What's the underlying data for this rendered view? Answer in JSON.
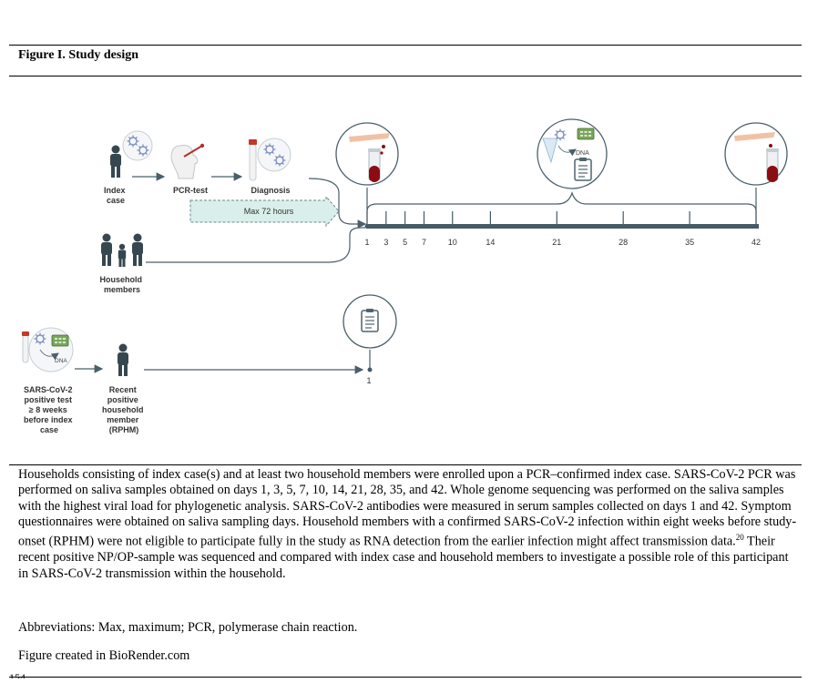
{
  "figure": {
    "title": "Figure I. Study design"
  },
  "diagram": {
    "index_case_label": [
      "Index",
      "case"
    ],
    "pcr_test_label": "PCR-test",
    "diagnosis_label": "Diagnosis",
    "max_hours_label": "Max 72 hours",
    "household_label": [
      "Household",
      "members"
    ],
    "timeline_days": [
      "1",
      "3",
      "5",
      "7",
      "10",
      "14",
      "21",
      "28",
      "35",
      "42"
    ],
    "positive_test_label": [
      "SARS-CoV-2",
      "positive test",
      "≥ 8 weeks",
      "before index",
      "case"
    ],
    "rphm_label": [
      "Recent",
      "positive",
      "household",
      "member",
      "(RPHM)"
    ],
    "rphm_day": "1",
    "dna_label": "DNA",
    "colors": {
      "timeline": "#455a64",
      "arrow": "#4a5f6a",
      "blood": "#8b0c12",
      "person": "#37474f",
      "dashed_box": "#d9efe9",
      "virus": "#7e8ec4"
    }
  },
  "caption": {
    "paragraph": "Households consisting of index case(s) and at least two household members were enrolled upon a PCR–confirmed index case. SARS-CoV-2 PCR was performed on saliva samples obtained on days 1, 3, 5, 7, 10, 14, 21, 28, 35, and 42. Whole genome sequencing was performed on the saliva samples with the highest viral load for phylogenetic analysis. SARS-CoV-2 antibodies were measured in serum samples collected on days 1 and 42. Symptom questionnaires were obtained on saliva sampling days. Household members with a confirmed SARS-CoV-2 infection within eight weeks before study-onset (RPHM) were not eligible to participate fully in the study as RNA detection from the earlier infection might affect transmission data.",
    "footnote": "20",
    "paragraph_end": " Their recent positive NP/OP-sample was sequenced and compared with index case and household members to investigate a possible role of this participant in SARS-CoV-2 transmission within the household.",
    "abbreviations": "Abbreviations: Max, maximum; PCR, polymerase chain reaction.",
    "credit": "Figure created in BioRender.com"
  },
  "page_number": "154"
}
